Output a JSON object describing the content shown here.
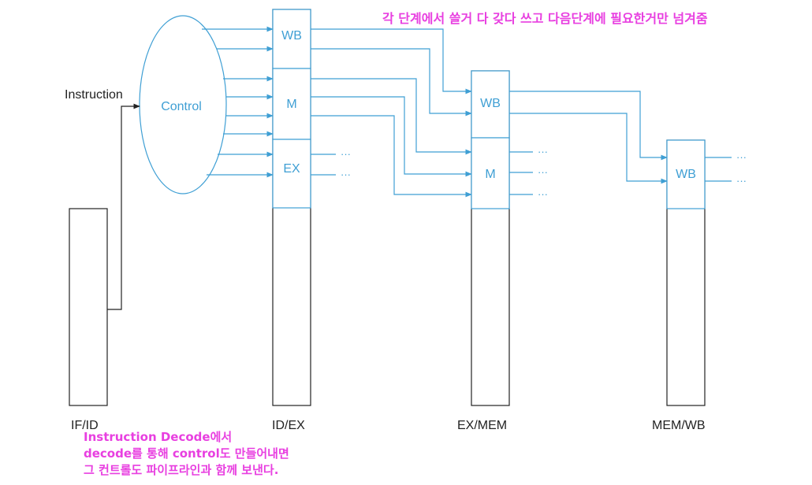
{
  "labels": {
    "instruction": "Instruction",
    "control": "Control",
    "wb": "WB",
    "m": "M",
    "ex": "EX",
    "dots": "···",
    "if_id": "IF/ID",
    "id_ex": "ID/EX",
    "ex_mem": "EX/MEM",
    "mem_wb": "MEM/WB"
  },
  "notes": {
    "top": "각 단계에서 쓸거 다 갖다 쓰고 다음단계에 필요한거만 넘겨줌",
    "bottom_line1": "Instruction Decode에서",
    "bottom_line2": "decode를 통해 control도 만들어내면",
    "bottom_line3": "그 컨트롤도 파이프라인과 함께 보낸다."
  },
  "colors": {
    "wire": "#3f9fd4",
    "outline": "#222222",
    "box_text": "#3f9fd4",
    "annotation": "#e83fe0"
  }
}
